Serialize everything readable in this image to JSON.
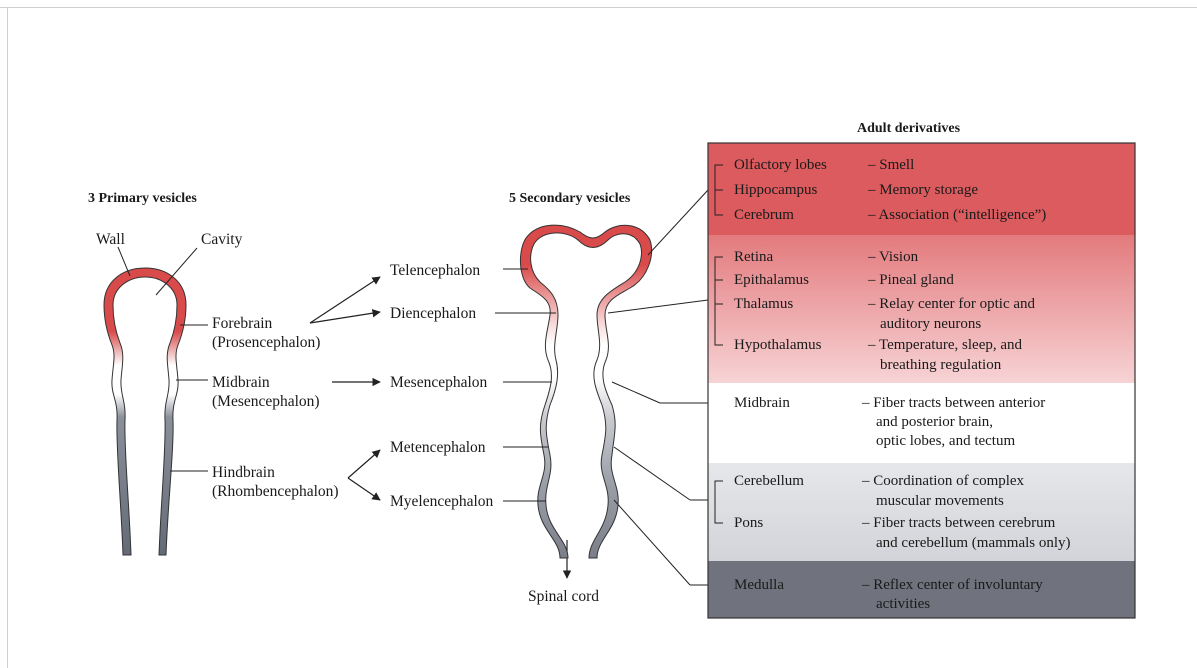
{
  "headings": {
    "primary": "3 Primary vesicles",
    "secondary": "5 Secondary vesicles",
    "adult": "Adult derivatives"
  },
  "primary_labels": {
    "wall": "Wall",
    "cavity": "Cavity",
    "forebrain": "Forebrain",
    "forebrain_alt": "(Prosencephalon)",
    "midbrain": "Midbrain",
    "midbrain_alt": "(Mesencephalon)",
    "hindbrain": "Hindbrain",
    "hindbrain_alt": "(Rhombencephalon)"
  },
  "secondary_labels": {
    "telencephalon": "Telencephalon",
    "diencephalon": "Diencephalon",
    "mesencephalon": "Mesencephalon",
    "metencephalon": "Metencephalon",
    "myelencephalon": "Myelencephalon",
    "spinal_cord": "Spinal cord"
  },
  "derivatives": {
    "olfactory": {
      "structure": "Olfactory lobes",
      "function": "– Smell"
    },
    "hippocampus": {
      "structure": "Hippocampus",
      "function": "– Memory storage"
    },
    "cerebrum": {
      "structure": "Cerebrum",
      "function": "– Association (“intelligence”)"
    },
    "retina": {
      "structure": "Retina",
      "function": "– Vision"
    },
    "epithalamus": {
      "structure": "Epithalamus",
      "function": "– Pineal gland"
    },
    "thalamus": {
      "structure": "Thalamus",
      "function": "– Relay center for optic and",
      "function2": "auditory neurons"
    },
    "hypothalamus": {
      "structure": "Hypothalamus",
      "function": "– Temperature, sleep, and",
      "function2": "breathing regulation"
    },
    "midbrain": {
      "structure": "Midbrain",
      "function": "– Fiber tracts between anterior",
      "function2": "and posterior brain,",
      "function3": "optic lobes, and tectum"
    },
    "cerebellum": {
      "structure": "Cerebellum",
      "function": "– Coordination of complex",
      "function2": "muscular movements"
    },
    "pons": {
      "structure": "Pons",
      "function": "– Fiber tracts between cerebrum",
      "function2": "and cerebellum (mammals only)"
    },
    "medulla": {
      "structure": "Medulla",
      "function": "– Reflex center of involuntary",
      "function2": "activities"
    }
  },
  "colors": {
    "red": "#d94a4a",
    "gray": "#6f7684",
    "band_telencephalon": "#dc5b5e",
    "band_diencephalon": "#efb1b4",
    "band_mesencephalon": "#ffffff",
    "band_metencephalon": "#dcdee3",
    "band_myelencephalon": "#70737d"
  }
}
